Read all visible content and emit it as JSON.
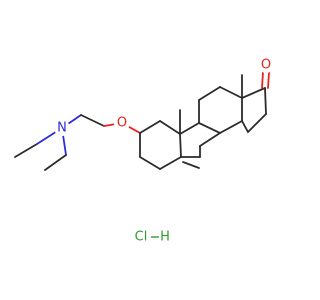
{
  "atoms": {
    "nitrogen": {
      "symbol": "N",
      "color": "#2d2dd8"
    },
    "ether_oxygen": {
      "symbol": "O",
      "color": "#e8231c"
    },
    "ketone_oxygen": {
      "symbol": "O",
      "color": "#e8231c"
    }
  },
  "salt": {
    "chlorine": "Cl",
    "dash": "—",
    "hydrogen": "H",
    "color": "#2f9e2f"
  },
  "colors": {
    "bond": "#2b2b2b",
    "background": "#ffffff"
  }
}
